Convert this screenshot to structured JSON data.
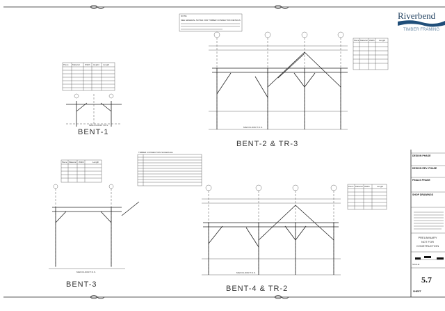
{
  "logo": {
    "name": "Riverbend",
    "tagline": "TIMBER FRAMING",
    "color": "#1f4e79"
  },
  "note": {
    "label": "NOTE:",
    "text": "SEE GENERAL NOTES FOR TIMBER CONNECTION DETAILS"
  },
  "views": [
    {
      "title": "BENT-1"
    },
    {
      "title": "BENT-2 & TR-3"
    },
    {
      "title": "BENT-3"
    },
    {
      "title": "BENT-4 & TR-2"
    }
  ],
  "floor_label": "MAIN FLOOR T.O.S.",
  "table_headers": [
    "Piece",
    "Material",
    "Width",
    "Height",
    "Length"
  ],
  "schedule": {
    "title": "TIMBER CONNECTION SCHEDULE"
  },
  "title_block": {
    "phases": [
      "DESIGN PHASE",
      "DESIGN REV. PHASE",
      "FINALS PHASE",
      "SHOP DRAWINGS"
    ],
    "stamp": [
      "PRELIMINARY",
      "NOT FOR",
      "CONSTRUCTION"
    ],
    "scale_label": "SCALE:",
    "sheet_number": "5.7",
    "sheet_label": "SHEET"
  }
}
